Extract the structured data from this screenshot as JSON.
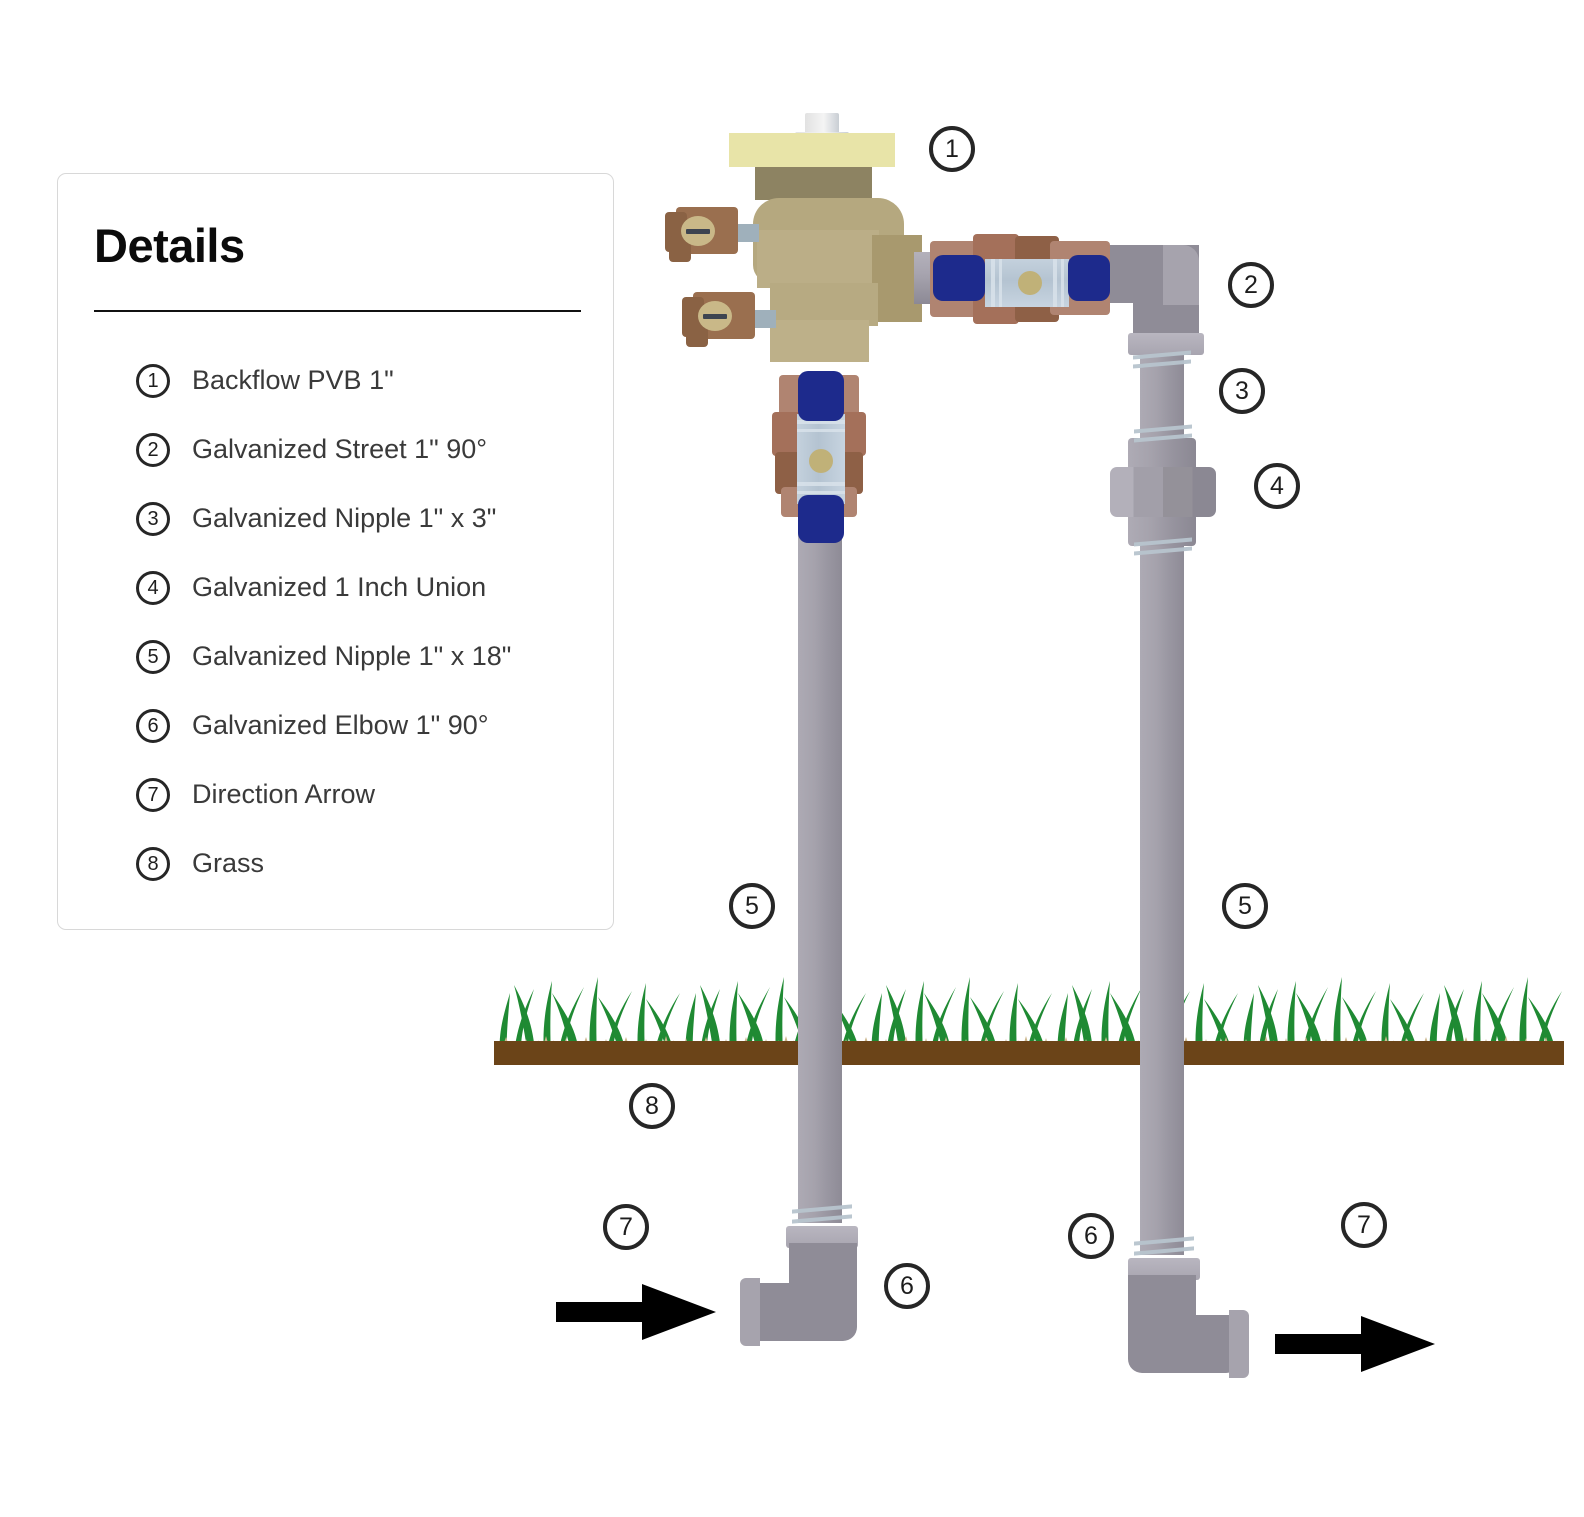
{
  "legend": {
    "title": "Details",
    "items": [
      {
        "num": "1",
        "label": "Backflow PVB 1\""
      },
      {
        "num": "2",
        "label": "Galvanized Street  1\" 90°"
      },
      {
        "num": "3",
        "label": "Galvanized Nipple 1\" x 3\""
      },
      {
        "num": "4",
        "label": "Galvanized 1 Inch Union"
      },
      {
        "num": "5",
        "label": "Galvanized Nipple 1\" x 18\""
      },
      {
        "num": "6",
        "label": "Galvanized Elbow 1\" 90°"
      },
      {
        "num": "7",
        "label": "Direction Arrow"
      },
      {
        "num": "8",
        "label": "Grass"
      }
    ]
  },
  "callouts": [
    {
      "id": "callout-1",
      "num": "1"
    },
    {
      "id": "callout-2",
      "num": "2"
    },
    {
      "id": "callout-3",
      "num": "3"
    },
    {
      "id": "callout-4",
      "num": "4"
    },
    {
      "id": "callout-5-left",
      "num": "5"
    },
    {
      "id": "callout-5-right",
      "num": "5"
    },
    {
      "id": "callout-6-left",
      "num": "6"
    },
    {
      "id": "callout-6-right",
      "num": "6"
    },
    {
      "id": "callout-7-left",
      "num": "7"
    },
    {
      "id": "callout-7-right",
      "num": "7"
    },
    {
      "id": "callout-8",
      "num": "8"
    }
  ],
  "colors": {
    "pipe_gray": "#9d9aa5",
    "fitting_gray": "#8f8c97",
    "valve_blue": "#1d2a8c",
    "valve_copper": "#a4705a",
    "pvb_brass": "#b5a87f",
    "pvb_cap_yellow": "#e8e4a8",
    "grass_green": "#1f8a33",
    "thatch_tan": "#cbb58a",
    "soil_brown": "#6b4418",
    "badge_outline": "#262626",
    "panel_border": "#d8d8d8"
  }
}
